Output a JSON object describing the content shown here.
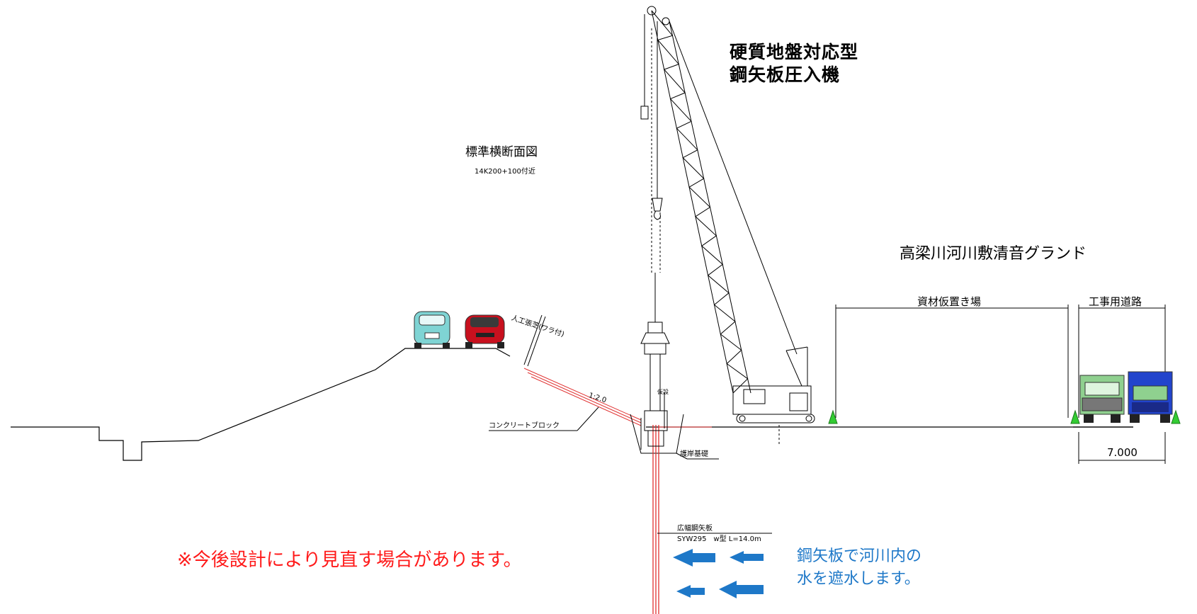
{
  "machine_title": [
    "硬質地盤対応型",
    "鋼矢板圧入機"
  ],
  "section_title": "標準横断面図",
  "section_location": "14K200+100付近",
  "place_name": "高梁川河川敷清音グランド",
  "zone_labels": {
    "material_storage": "資材仮置き場",
    "work_road": "工事用道路",
    "road_width": "7.000"
  },
  "callouts": {
    "artificial_turf": "人工張芝(ワラ付)",
    "slope": "1:2.0",
    "concrete_block": "コンクリートブロック",
    "revetment_foundation": "護岸基礎",
    "pile_name": "広幅鋼矢板",
    "pile_spec": "SYW295　w型 L=14.0m",
    "small_tag": "仮設"
  },
  "notice": "※今後設計により見直す場合があります。",
  "water_note": [
    "鋼矢板で河川内の",
    "水を遮水します。"
  ],
  "colors": {
    "notice": "#ff1a1a",
    "water_note": "#1e78c8",
    "arrow": "#1e78c8",
    "sheet_pile": "#e03030",
    "cone_marker": "#33cc33",
    "car_left": "#7fd4d4",
    "car_right": "#c8101e",
    "truck_left": "#8fd08f",
    "truck_right": "#2244cc"
  }
}
